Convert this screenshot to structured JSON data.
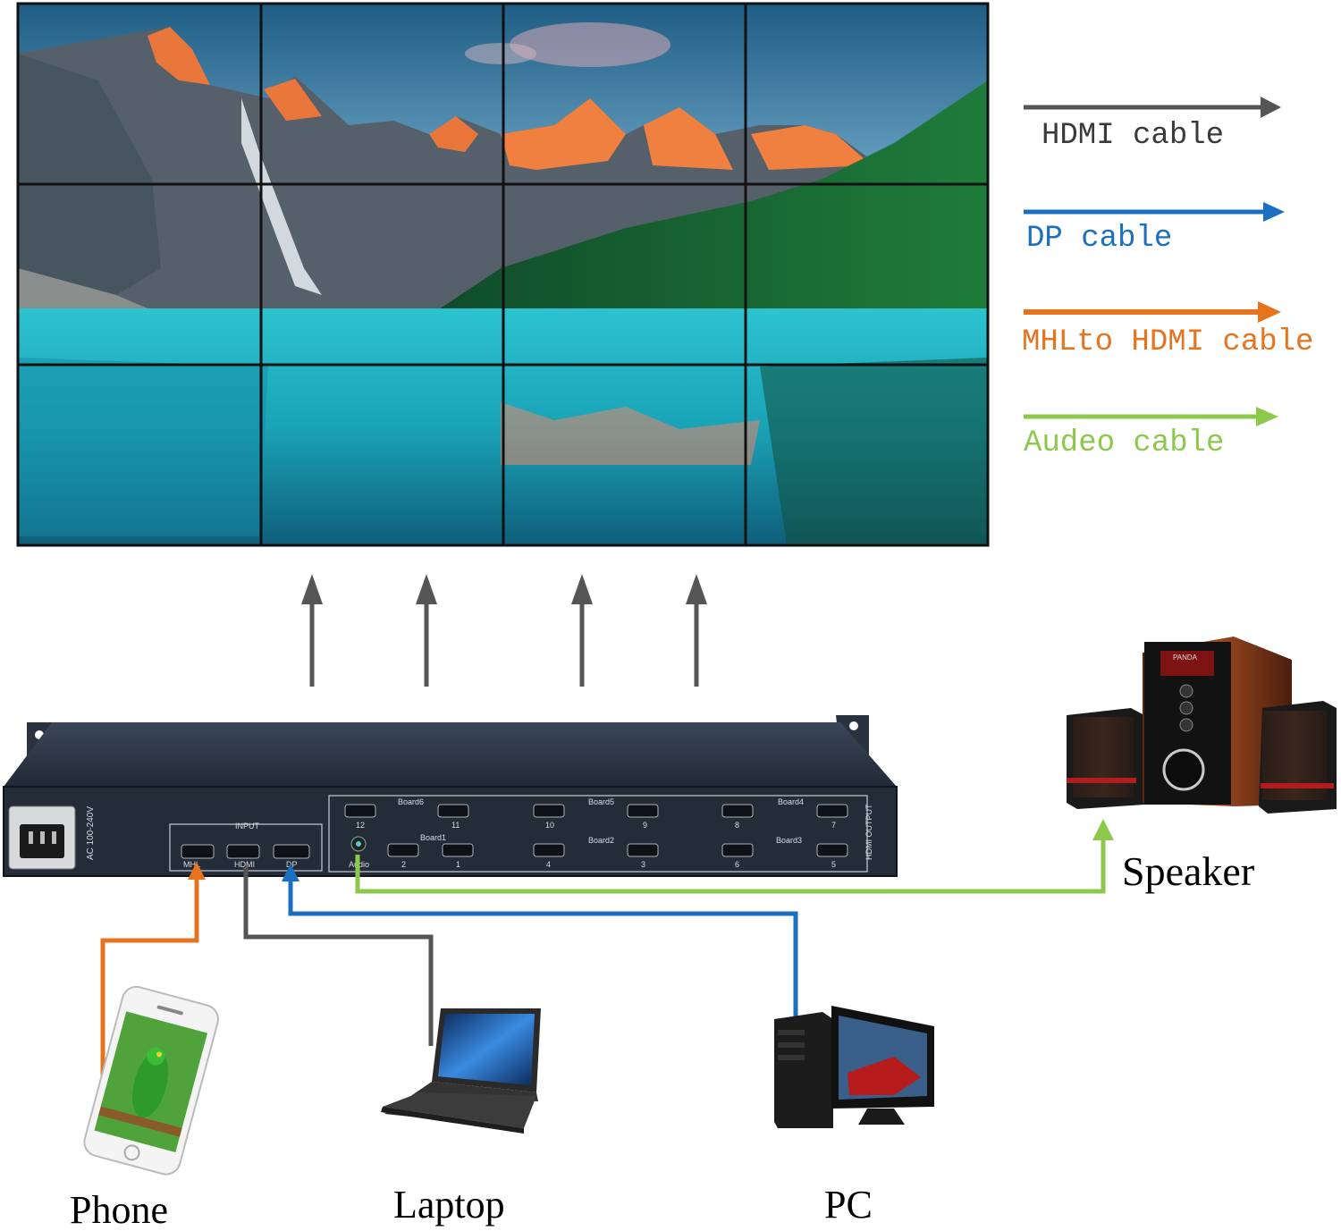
{
  "legend": [
    {
      "label": "HDMI cable",
      "color": "#555555"
    },
    {
      "label": "DP cable",
      "color": "#1a6fc0"
    },
    {
      "label": "MHLto HDMI cable",
      "color": "#e8731f"
    },
    {
      "label": "Audeo cable",
      "color": "#8cc84b"
    }
  ],
  "devices": {
    "phone": "Phone",
    "laptop": "Laptop",
    "pc": "PC",
    "speaker": "Speaker"
  },
  "processor": {
    "power_label": "AC 100-240V",
    "input_label": "INPUT",
    "audio_label": "Audio",
    "output_label": "HDMI OUTPUT",
    "boards": [
      "Board6",
      "Board5",
      "Board4",
      "Board1",
      "Board2",
      "Board3"
    ],
    "port_numbers": [
      "12",
      "11",
      "10",
      "9",
      "8",
      "7",
      "2",
      "1",
      "4",
      "3",
      "6",
      "5"
    ],
    "input_ports": [
      "MHL",
      "HDMI",
      "DP"
    ]
  },
  "video_wall": {
    "rows": 3,
    "cols": 4
  },
  "speaker_brand": "PANDA",
  "colors": {
    "hdmi": "#555555",
    "dp": "#1a6fc0",
    "mhl": "#e8731f",
    "audio": "#8cc84b",
    "chassis": "#2b3442"
  }
}
